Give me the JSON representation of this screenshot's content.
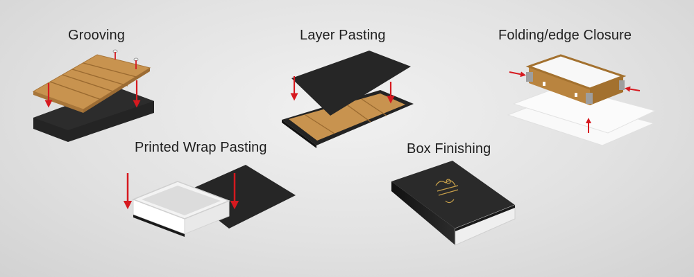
{
  "steps": [
    {
      "id": "grooving",
      "title": "Grooving"
    },
    {
      "id": "layer-pasting",
      "title": "Layer Pasting"
    },
    {
      "id": "folding-edge-closure",
      "title": "Folding/edge Closure"
    },
    {
      "id": "printed-wrap-pasting",
      "title": "Printed Wrap Pasting"
    },
    {
      "id": "box-finishing",
      "title": "Box Finishing"
    }
  ],
  "colors": {
    "background": "#e2e2e2",
    "board_black": "#262626",
    "cardboard": "#c8934f",
    "cardboard_dark": "#a8763a",
    "white_panel": "#f7f7f7",
    "arrow_red": "#d6191f",
    "foil_gold": "#c9a14a"
  },
  "icons": [
    "arrow-down-icon",
    "arrow-right-icon",
    "arrow-left-icon",
    "arrow-up-icon",
    "pushpin-icon"
  ]
}
